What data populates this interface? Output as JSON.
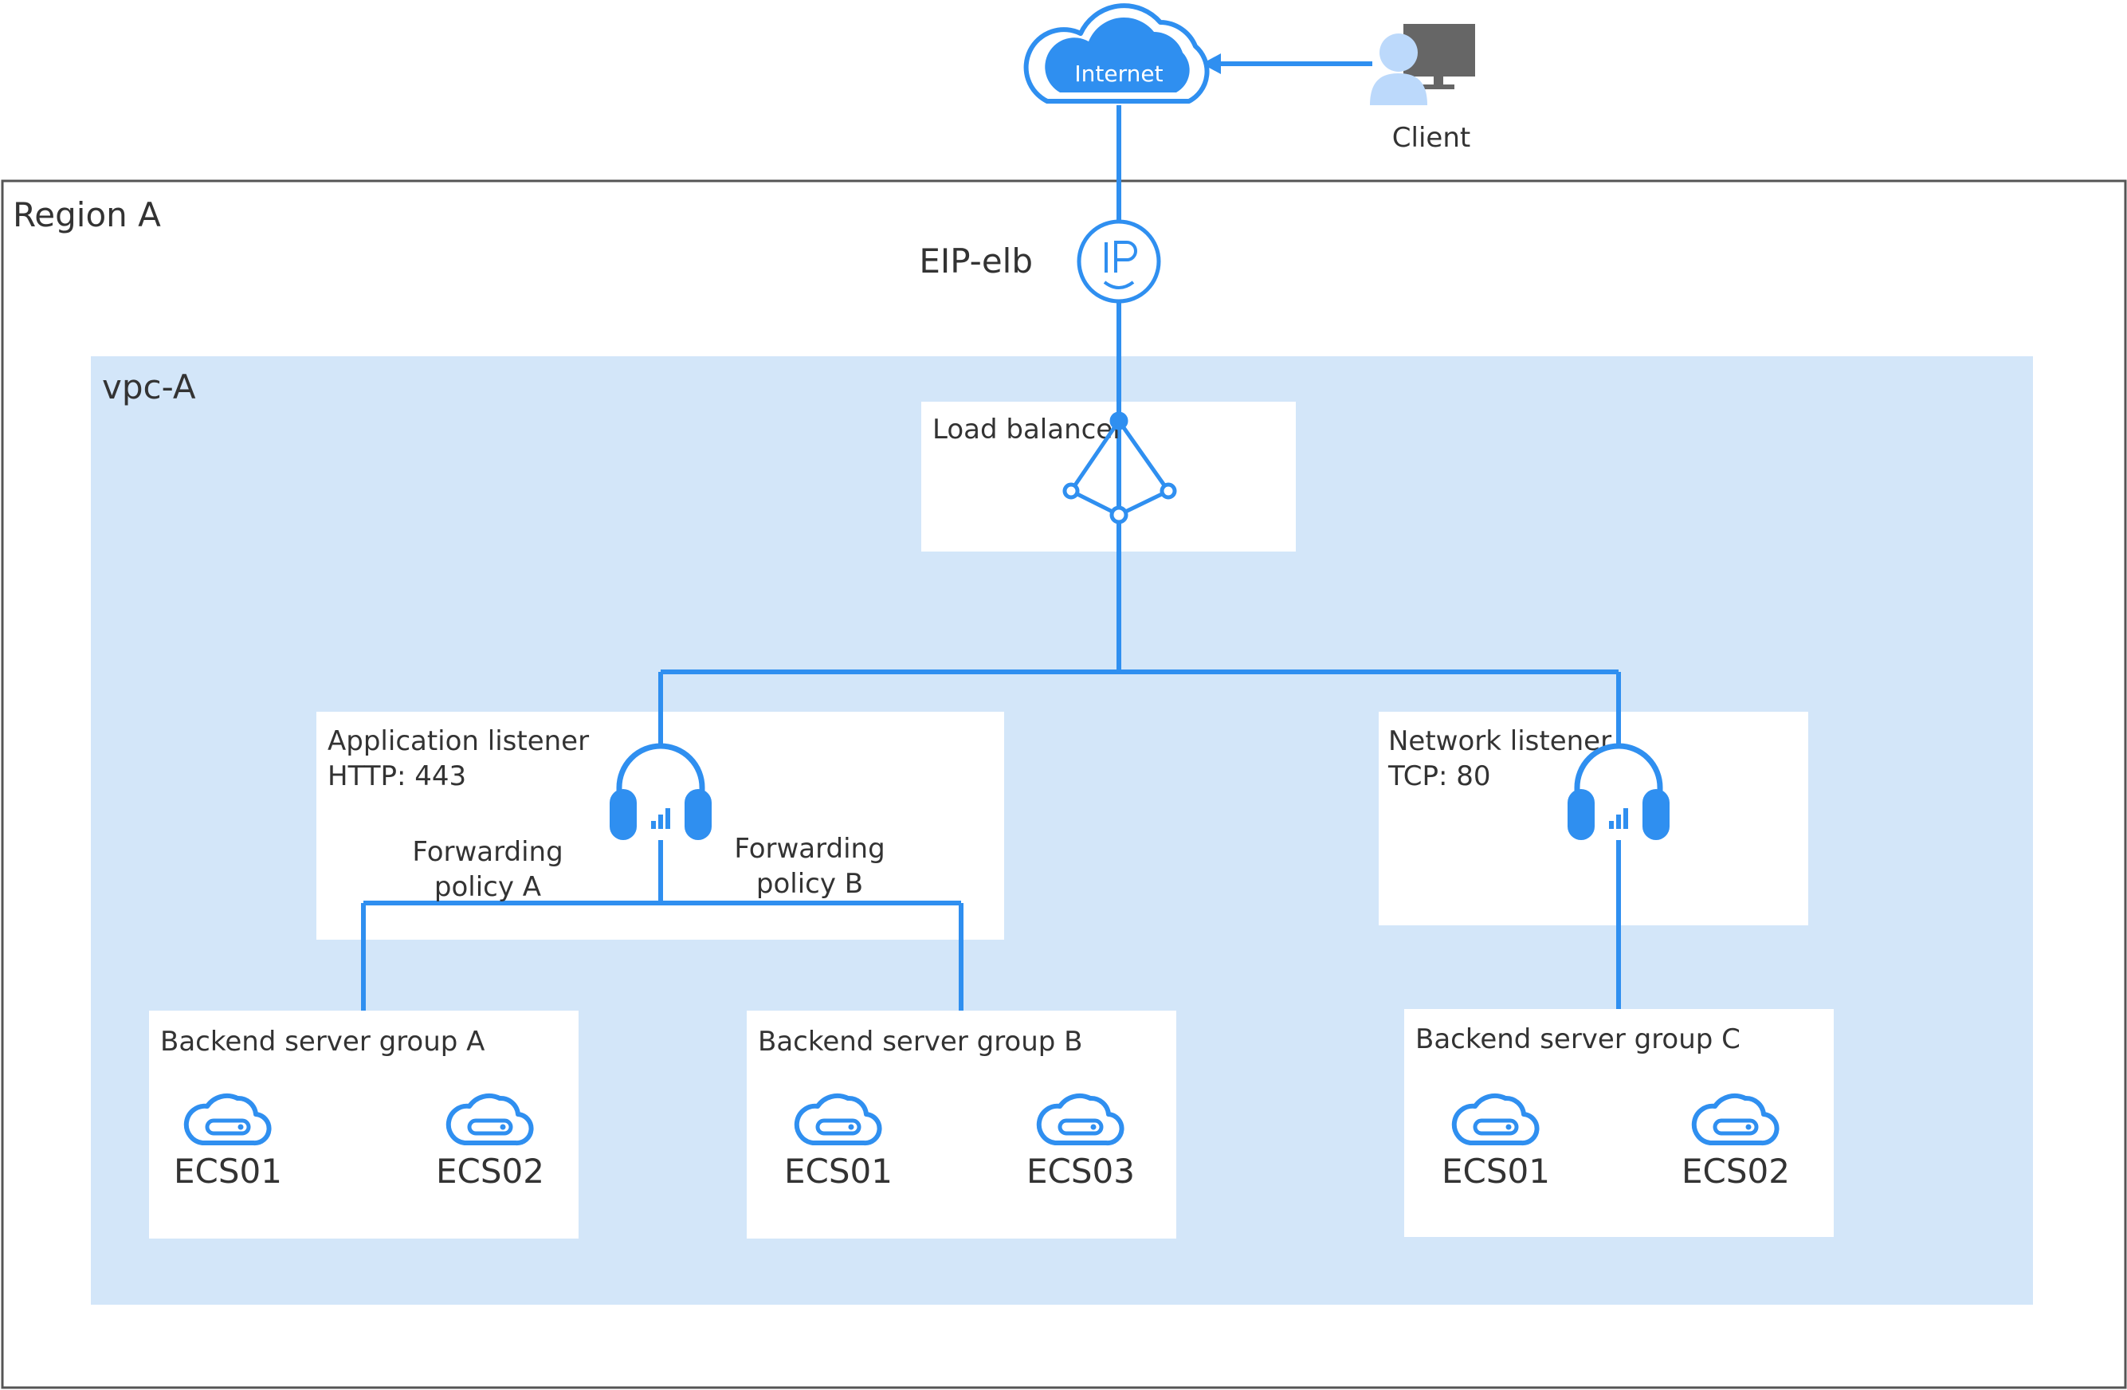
{
  "colors": {
    "line": "#2f8ff0",
    "vpc_fill": "#d3e6f9",
    "box_fill": "#ffffff",
    "region_stroke": "#555555",
    "text": "#333333",
    "client_body": "#bcd9fb",
    "monitor": "#666666"
  },
  "icons": {
    "internet": "cloud-icon",
    "client": "user-computer-icon",
    "eip": "ip-icon",
    "load_balancer": "load-balancer-icon",
    "listener": "headset-icon",
    "ecs": "ecs-cloud-server-icon"
  },
  "internet": {
    "label": "Internet"
  },
  "client": {
    "label": "Client"
  },
  "region": {
    "label": "Region A"
  },
  "eip": {
    "label": "EIP-elb"
  },
  "vpc": {
    "label": "vpc-A"
  },
  "load_balancer": {
    "label": "Load balancer"
  },
  "app_listener": {
    "line1": "Application listener",
    "line2": "HTTP: 443"
  },
  "net_listener": {
    "line1": "Network listener",
    "line2": "TCP: 80"
  },
  "policy_a": {
    "line1": "Forwarding",
    "line2": "policy A"
  },
  "policy_b": {
    "line1": "Forwarding",
    "line2": "policy B"
  },
  "groups": [
    {
      "label": "Backend server group A",
      "servers": [
        "ECS01",
        "ECS02"
      ]
    },
    {
      "label": "Backend server group B",
      "servers": [
        "ECS01",
        "ECS03"
      ]
    },
    {
      "label": "Backend server group C",
      "servers": [
        "ECS01",
        "ECS02"
      ]
    }
  ]
}
